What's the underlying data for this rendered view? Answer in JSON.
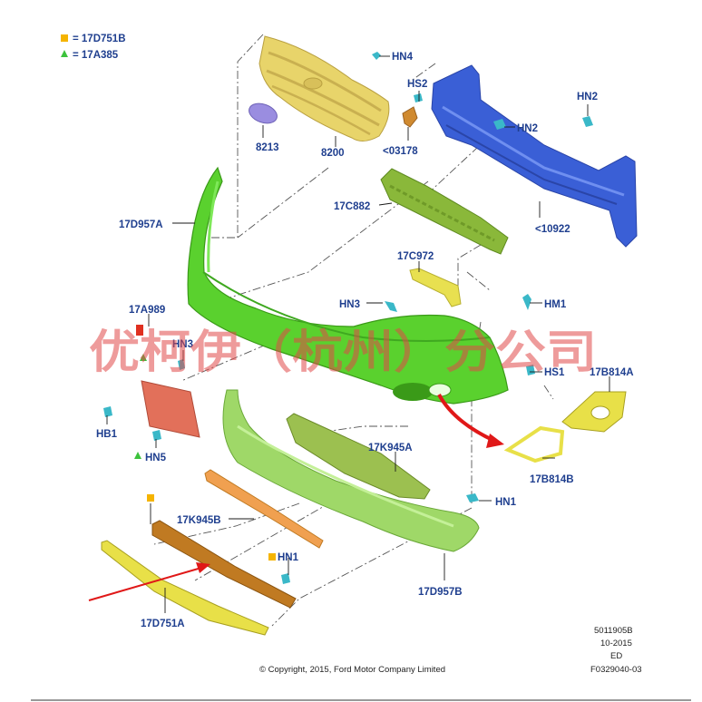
{
  "legend": {
    "items": [
      {
        "marker": "square",
        "color": "#f5b400",
        "text": "= 17D751B"
      },
      {
        "marker": "triangle",
        "color": "#3cc23c",
        "text": "= 17A385"
      }
    ]
  },
  "parts": {
    "hn4": "HN4",
    "hs2": "HS2",
    "hn2_a": "HN2",
    "hn2_b": "HN2",
    "p8213": "8213",
    "p8200": "8200",
    "p03178": "<03178",
    "p10922": "<10922",
    "p17c882": "17C882",
    "p17d957a": "17D957A",
    "p17c972": "17C972",
    "hn3_a": "HN3",
    "hm1": "HM1",
    "p17a989": "17A989",
    "hn3_b": "HN3",
    "hs1": "HS1",
    "p17b814a": "17B814A",
    "hb1": "HB1",
    "hn5": "HN5",
    "p17k945a": "17K945A",
    "p17b814b": "17B814B",
    "hn1_a": "HN1",
    "p17k945b": "17K945B",
    "hn1_b": "HN1",
    "p17d957b": "17D957B",
    "p17d751a": "17D751A"
  },
  "watermark": "优柯伊（杭州）分公司",
  "footer": {
    "code": "5011905B",
    "date": "10-2015",
    "ed": "ED",
    "ref": "F0329040-03",
    "copyright": "© Copyright, 2015, Ford Motor Company Limited"
  },
  "colors": {
    "grille": "#e8d46a",
    "emblem": "#9a8de0",
    "reinforcement": "#3a5fd6",
    "absorber": "#8ab83a",
    "bumper_cover": "#5ad12e",
    "lower_cover": "#9fd868",
    "bracket": "#e8e050",
    "plate_bracket": "#e2705a",
    "strip_orange": "#f0a050",
    "strip_brown": "#c07a22",
    "trim_yellow": "#e8e048",
    "fastener": "#3ab8c8",
    "arrow_red": "#e01818",
    "label_blue": "#1f3f8f"
  }
}
